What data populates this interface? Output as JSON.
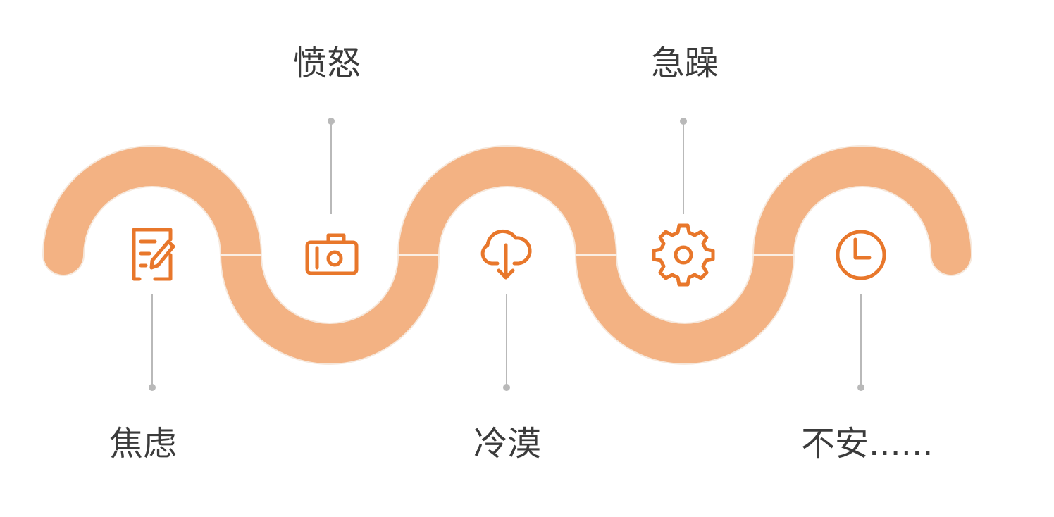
{
  "stages": [
    {
      "label": "焦虑",
      "icon": "edit-icon"
    },
    {
      "label": "愤怒",
      "icon": "camera-icon"
    },
    {
      "label": "冷漠",
      "icon": "cloud-download-icon"
    },
    {
      "label": "急躁",
      "icon": "gear-icon"
    },
    {
      "label": "不安......",
      "icon": "clock-icon"
    }
  ],
  "colors": {
    "band": "#f3b283",
    "icon": "#e8772b",
    "connector": "#b9b9b9",
    "text": "#3b3b3b"
  }
}
